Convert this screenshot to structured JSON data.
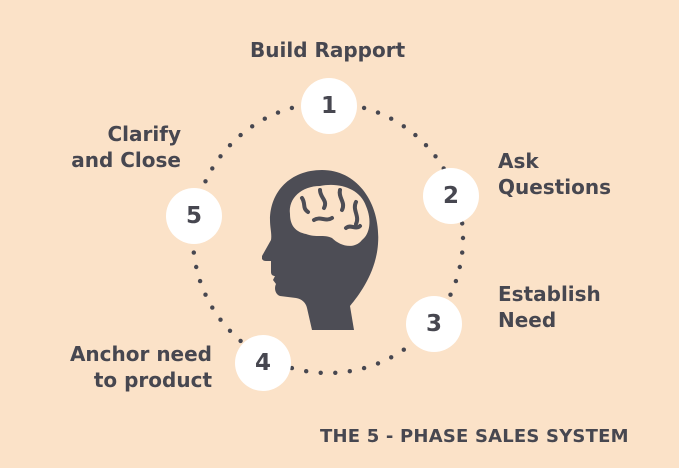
{
  "phases": [
    {
      "number": "1",
      "lines": [
        "Build Rapport"
      ]
    },
    {
      "number": "2",
      "lines": [
        "Ask",
        "Questions"
      ]
    },
    {
      "number": "3",
      "lines": [
        "Establish",
        "Need"
      ]
    },
    {
      "number": "4",
      "lines": [
        "Anchor need",
        "to product"
      ]
    },
    {
      "number": "5",
      "lines": [
        "Clarify",
        "and Close"
      ]
    }
  ],
  "footer_title": "THE 5 - PHASE SALES SYSTEM",
  "icons": {
    "center": "human-head-brain-icon"
  },
  "colors": {
    "background": "#fbe2c8",
    "text": "#474750",
    "node_fill": "#ffffff",
    "icon": "#4d4d55"
  }
}
